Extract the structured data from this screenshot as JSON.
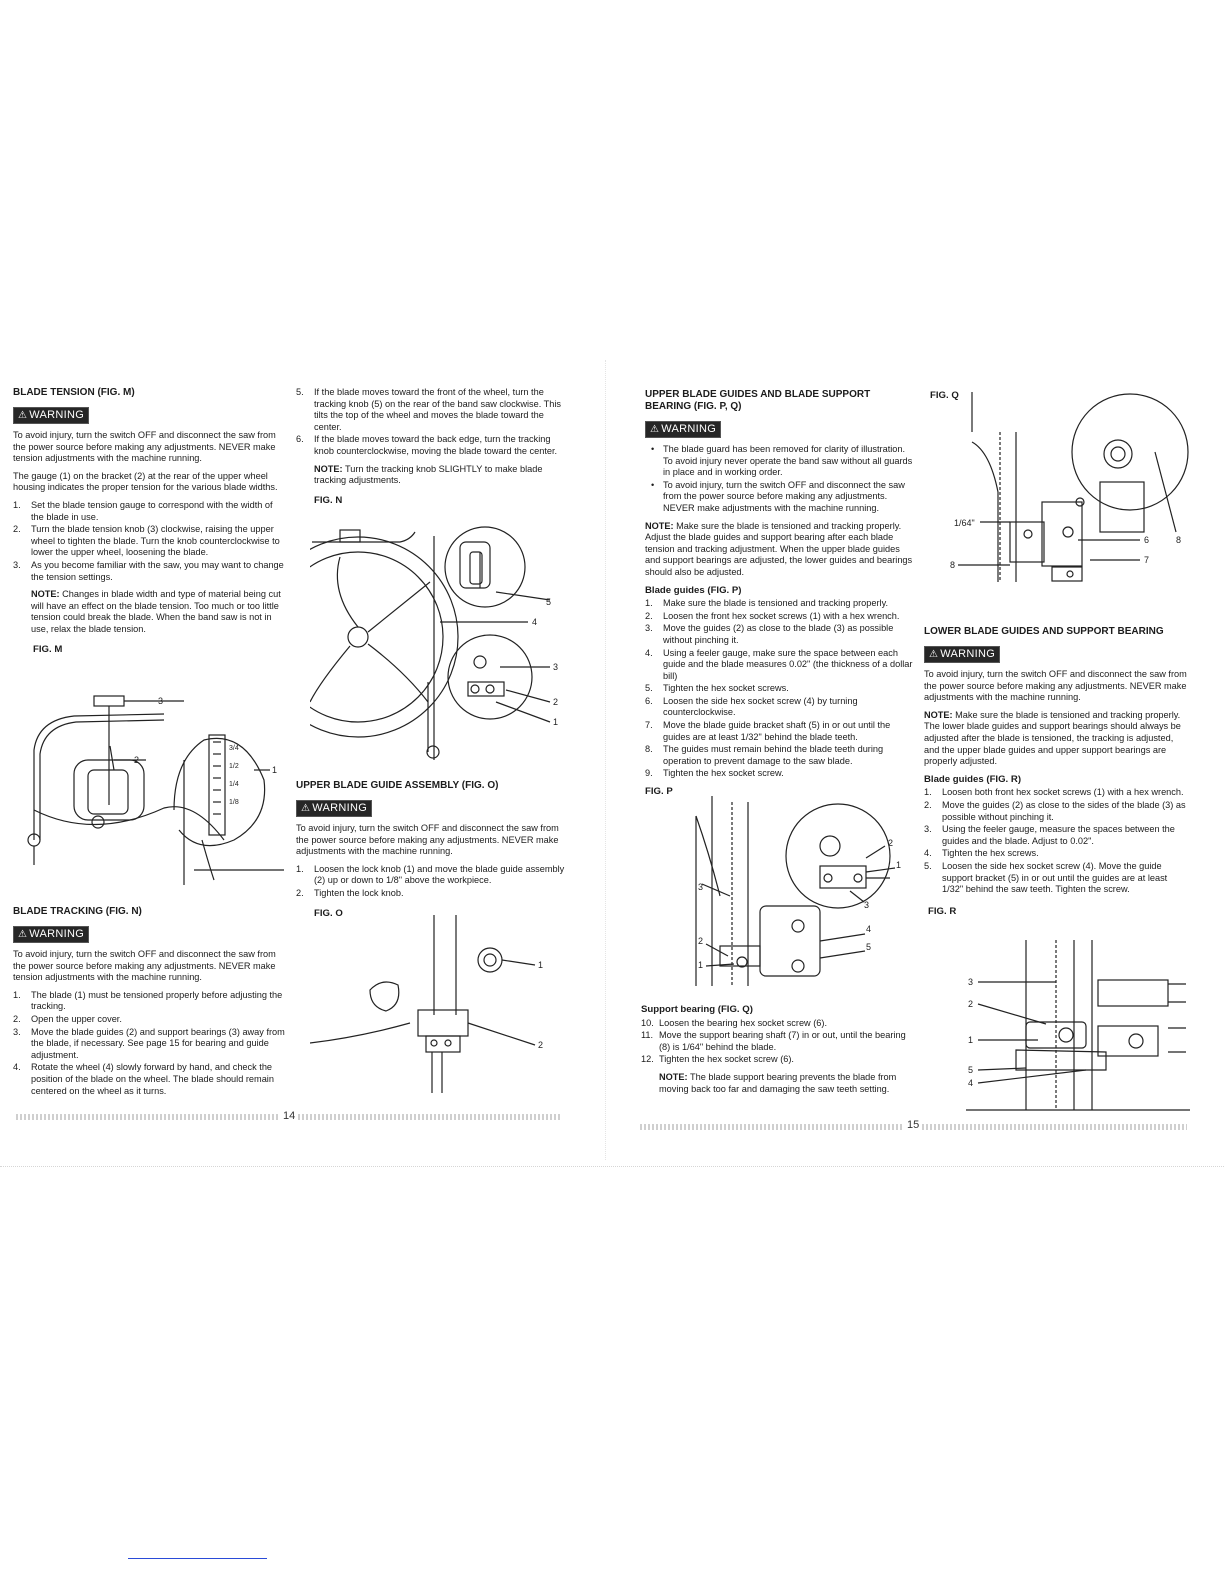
{
  "warning_label": "WARNING",
  "p14": {
    "blade_tension": {
      "heading": "BLADE TENSION (FIG. M)",
      "warn_text": "To avoid injury, turn the switch OFF and disconnect the saw from the power source before making any adjustments. NEVER make tension adjustments with the machine running.",
      "intro": "The gauge (1) on the bracket (2) at the rear of the upper wheel housing indicates the proper tension for the various blade widths.",
      "steps": [
        {
          "n": "1.",
          "t": "Set the blade tension gauge to correspond with the width of the blade in use."
        },
        {
          "n": "2.",
          "t": "Turn the blade tension knob (3) clockwise, raising the upper wheel to tighten the blade. Turn the knob counterclockwise to lower the upper wheel, loosening the blade."
        },
        {
          "n": "3.",
          "t": "As you become familiar with the saw, you may want to change the tension settings."
        }
      ],
      "note_label": "NOTE:",
      "note_text": "Changes in blade width and type of material being cut will have an effect on the blade tension. Too much or too little tension could break the blade. When the band saw is not in use, relax the blade tension.",
      "fig": "FIG. M",
      "callouts": [
        "3",
        "2",
        "1"
      ],
      "gauge_marks": [
        "3/4",
        "1/2",
        "1/4",
        "1/8"
      ]
    },
    "blade_tracking": {
      "heading": "BLADE TRACKING (FIG. N)",
      "warn_text": "To avoid injury, turn the switch OFF and disconnect the saw from the power source before making any adjustments. NEVER make tension adjustments with the machine running.",
      "steps": [
        {
          "n": "1.",
          "t": "The blade (1) must be tensioned properly before adjusting the tracking."
        },
        {
          "n": "2.",
          "t": "Open the upper cover."
        },
        {
          "n": "3.",
          "t": "Move the blade guides (2) and support bearings (3) away from the blade, if necessary. See page 15 for bearing and guide adjustment."
        },
        {
          "n": "4.",
          "t": "Rotate the wheel (4) slowly forward by hand, and check the position of the blade on the wheel. The blade should remain centered on the wheel as it turns."
        },
        {
          "n": "5.",
          "t": "If the blade moves toward the front of the wheel, turn the tracking knob (5) on the rear of the band saw clockwise. This tilts the top of the wheel and moves the blade toward the center."
        },
        {
          "n": "6.",
          "t": "If the blade moves toward the back edge, turn the tracking knob counterclockwise, moving the blade toward the center."
        }
      ],
      "note_label": "NOTE:",
      "note_text": "Turn the tracking knob SLIGHTLY to make blade tracking adjustments.",
      "fig": "FIG. N",
      "callouts": [
        "5",
        "4",
        "3",
        "2",
        "1"
      ]
    },
    "upper_guide_assembly": {
      "heading": "UPPER BLADE GUIDE ASSEMBLY (FIG. O)",
      "warn_text": "To avoid injury, turn the switch OFF and disconnect the saw from the power source before making any adjustments. NEVER make adjustments with the machine running.",
      "steps": [
        {
          "n": "1.",
          "t": "Loosen the lock knob (1) and move the blade guide assembly (2) up or down to 1/8\" above the workpiece."
        },
        {
          "n": "2.",
          "t": "Tighten the lock knob."
        }
      ],
      "fig": "FIG. O",
      "callouts": [
        "1",
        "2"
      ]
    },
    "page_number": "14"
  },
  "p15": {
    "upper_guides": {
      "heading": "UPPER BLADE GUIDES AND BLADE SUPPORT BEARING (FIG. P, Q)",
      "bullets": [
        "The blade guard has been removed for clarity of illustration. To avoid injury never operate the band saw without all guards in place and in working order.",
        "To avoid injury, turn the switch OFF and disconnect the saw from the power source before making any adjustments. NEVER make adjustments with the machine running."
      ],
      "note_label": "NOTE:",
      "note_text": "Make sure the blade is tensioned and tracking properly. Adjust the blade guides and support bearing after each blade tension and tracking adjustment. When the upper blade guides and support bearings are adjusted, the lower guides and bearings should also be adjusted.",
      "sub_heading": "Blade guides (FIG. P)",
      "steps": [
        {
          "n": "1.",
          "t": "Make sure the blade is tensioned and tracking properly."
        },
        {
          "n": "2.",
          "t": "Loosen the front hex socket screws (1) with a hex wrench."
        },
        {
          "n": "3.",
          "t": "Move the guides (2) as close to the blade (3) as possible without pinching it."
        },
        {
          "n": "4.",
          "t": "Using a feeler gauge, make sure the space between each guide and the blade measures 0.02\" (the thickness of a dollar bill)"
        },
        {
          "n": "5.",
          "t": "Tighten the hex socket screws."
        },
        {
          "n": "6.",
          "t": "Loosen the side hex socket screw (4) by turning counterclockwise."
        },
        {
          "n": "7.",
          "t": "Move the blade guide bracket shaft (5) in or out until the guides are at least 1/32\" behind the blade teeth."
        },
        {
          "n": "8.",
          "t": "The guides must remain behind the blade teeth during operation to prevent damage to the saw blade."
        },
        {
          "n": "9.",
          "t": "Tighten the hex socket screw."
        }
      ],
      "fig_p": "FIG. P",
      "fig_p_callouts": [
        "2",
        "1",
        "3",
        "3",
        "4",
        "5",
        "2",
        "1"
      ],
      "support_heading": "Support bearing (FIG. Q)",
      "support_steps": [
        {
          "n": "10.",
          "t": "Loosen the bearing hex socket screw (6)."
        },
        {
          "n": "11.",
          "t": "Move the support bearing shaft (7) in or out, until the bearing (8) is 1/64\" behind the blade."
        },
        {
          "n": "12.",
          "t": "Tighten the hex socket screw (6)."
        }
      ],
      "support_note_label": "NOTE:",
      "support_note_text": "The blade support bearing prevents the blade from moving back too far and damaging the saw teeth setting."
    },
    "fig_q": "FIG. Q",
    "fig_q_callouts": [
      "1/64\"",
      "8",
      "6",
      "7",
      "8"
    ],
    "lower_guides": {
      "heading": "LOWER BLADE GUIDES AND SUPPORT BEARING",
      "warn_text": "To avoid injury, turn the switch OFF and disconnect the saw from the power source before making any adjustments. NEVER make adjustments with the machine running.",
      "note_label": "NOTE:",
      "note_text": "Make sure the blade is tensioned and tracking properly.",
      "note_text2": "The lower blade guides and support bearings should always be adjusted after the blade is tensioned, the tracking is adjusted, and the upper blade guides and upper support bearings are properly adjusted.",
      "sub_heading": "Blade guides (FIG. R)",
      "steps": [
        {
          "n": "1.",
          "t": "Loosen both front hex socket screws (1) with a hex wrench."
        },
        {
          "n": "2.",
          "t": "Move the guides (2) as close to the sides of the blade (3) as possible without pinching it."
        },
        {
          "n": "3.",
          "t": "Using the feeler gauge, measure the spaces between the guides and the blade. Adjust to 0.02\"."
        },
        {
          "n": "4.",
          "t": "Tighten the hex screws."
        },
        {
          "n": "5.",
          "t": "Loosen the side hex socket screw (4). Move the guide support bracket (5) in or out until the guides are at least 1/32\" behind the saw teeth. Tighten the screw."
        }
      ],
      "fig": "FIG. R",
      "callouts": [
        "3",
        "2",
        "1",
        "5",
        "4"
      ]
    },
    "page_number": "15"
  }
}
